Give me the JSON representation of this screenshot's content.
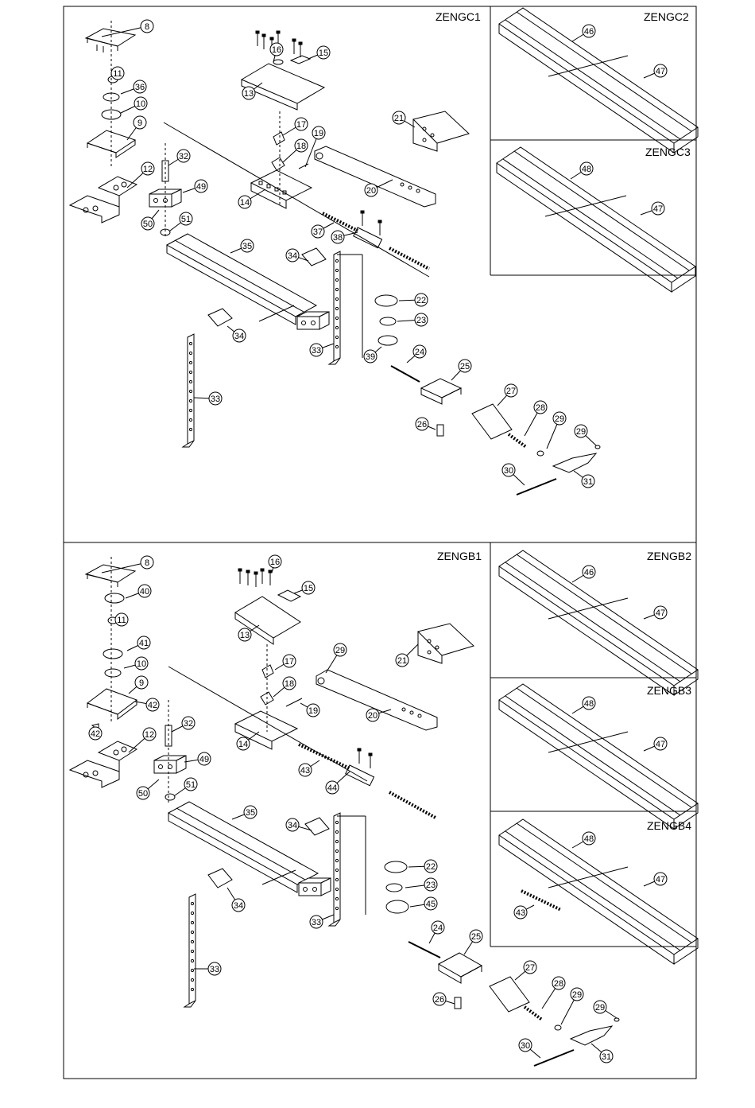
{
  "upper_assembly": {
    "title": "ZENGC1",
    "callouts": [
      "8",
      "11",
      "36",
      "10",
      "9",
      "12",
      "32",
      "49",
      "50",
      "51",
      "16",
      "15",
      "13",
      "17",
      "18",
      "19",
      "20",
      "14",
      "37",
      "38",
      "21",
      "35",
      "34",
      "34",
      "33",
      "33",
      "22",
      "23",
      "39",
      "24",
      "25",
      "26",
      "27",
      "28",
      "29",
      "29",
      "30",
      "31"
    ]
  },
  "upper_rails": [
    {
      "title": "ZENGC2",
      "callouts": [
        "46",
        "47"
      ]
    },
    {
      "title": "ZENGC3",
      "callouts": [
        "48",
        "47"
      ]
    }
  ],
  "lower_assembly": {
    "title": "ZENGB1",
    "callouts": [
      "8",
      "40",
      "11",
      "41",
      "10",
      "9",
      "42",
      "42",
      "12",
      "32",
      "49",
      "50",
      "51",
      "16",
      "15",
      "13",
      "17",
      "18",
      "19",
      "29",
      "20",
      "14",
      "43",
      "44",
      "21",
      "35",
      "34",
      "34",
      "33",
      "33",
      "22",
      "23",
      "45",
      "24",
      "25",
      "26",
      "27",
      "28",
      "29",
      "29",
      "30",
      "31"
    ]
  },
  "lower_rails": [
    {
      "title": "ZENGB2",
      "callouts": [
        "46",
        "47"
      ]
    },
    {
      "title": "ZENGB3",
      "callouts": [
        "48",
        "47"
      ]
    },
    {
      "title": "ZENGB4",
      "callouts": [
        "48",
        "47",
        "43"
      ]
    }
  ],
  "colors": {
    "ink": "#000000",
    "paper": "#ffffff"
  }
}
